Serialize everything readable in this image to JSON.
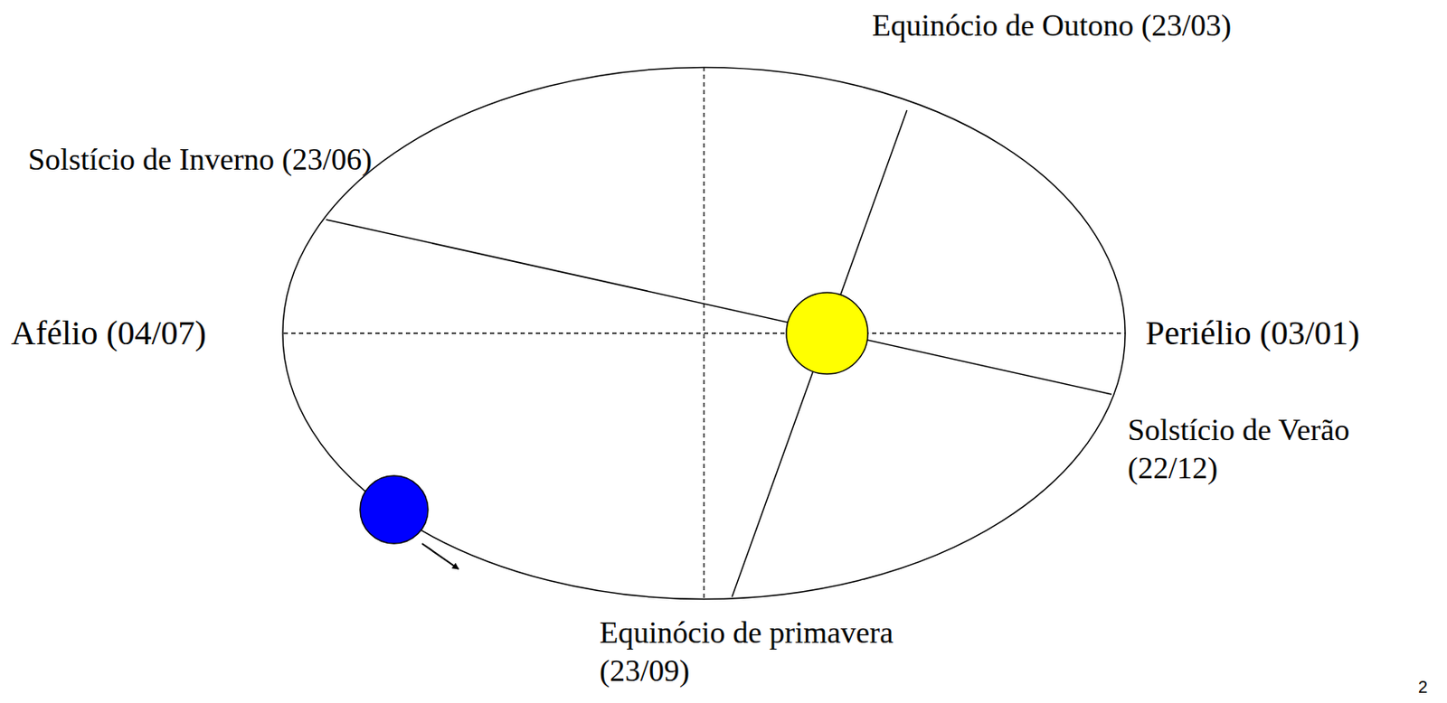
{
  "diagram": {
    "labels": [
      "Equinócio de Outono (23/03)",
      "Solstício de Inverno (23/06)",
      "Afélio (04/07)",
      "Periélio (03/01)",
      "Solstício de Verão (22/12)",
      "Equinócio de primavera (23/09)",
      "2"
    ]
  }
}
